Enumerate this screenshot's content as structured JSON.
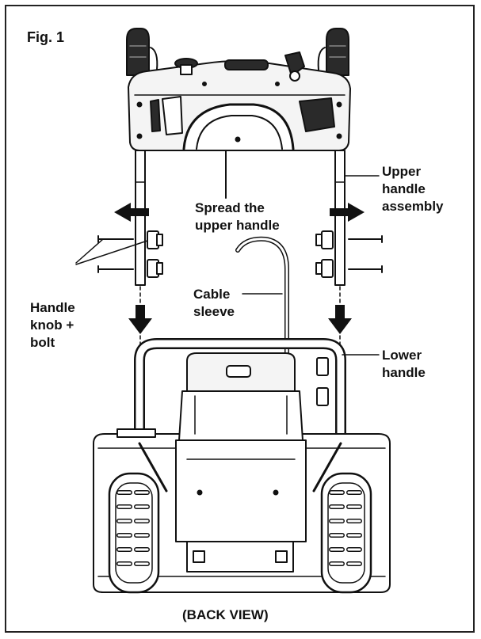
{
  "figure": {
    "number": "Fig. 1",
    "view": "(BACK VIEW)"
  },
  "callouts": {
    "upper_handle_assembly": "Upper\nhandle\nassembly",
    "spread": "Spread the\nupper handle",
    "cable_sleeve": "Cable\nsleeve",
    "knob_bolt": "Handle\nknob +\nbolt",
    "lower_handle": "Lower\nhandle"
  },
  "colors": {
    "ink": "#111111",
    "fill_light": "#f4f4f4",
    "fill_dark": "#2a2a2a"
  }
}
